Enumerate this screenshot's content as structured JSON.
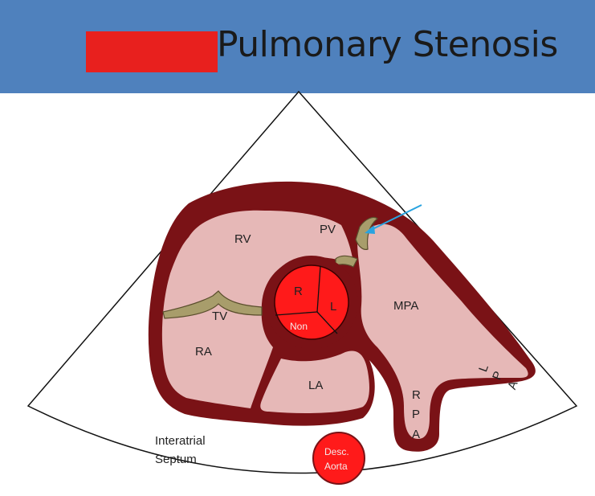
{
  "title": "Pulmonary Stenosis",
  "colors": {
    "header": "#4f81bd",
    "redaction": "#e8201e",
    "wall": "#7a1216",
    "chamber": "#e6b8b7",
    "valve": "#a89d6b",
    "aortic_valve": "#ff1a1a",
    "arrow": "#29a3e0"
  },
  "labels": {
    "rv": "RV",
    "pv": "PV",
    "tv": "TV",
    "ra": "RA",
    "la": "LA",
    "mpa": "MPA",
    "rpa": [
      "R",
      "P",
      "A"
    ],
    "lpa": [
      "L",
      "P",
      "A"
    ],
    "cusp_r": "R",
    "cusp_l": "L",
    "cusp_non": "Non",
    "interatrial_septum": [
      "Interatrial",
      "Septum"
    ],
    "desc_aorta": [
      "Desc.",
      "Aorta"
    ]
  }
}
